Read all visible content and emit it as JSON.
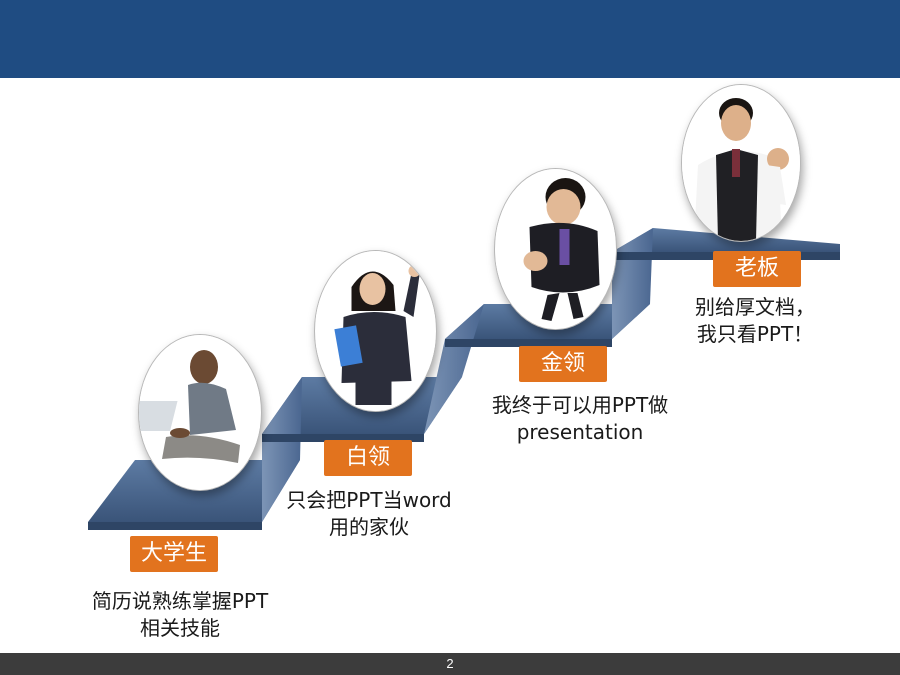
{
  "footer": {
    "page_number": "2"
  },
  "steps": [
    {
      "badge": "大学生",
      "caption_lines": [
        "简历说熟练掌握PPT",
        "相关技能"
      ],
      "portrait": "student-photo"
    },
    {
      "badge": "白领",
      "caption_lines": [
        "只会把PPT当word",
        "用的家伙"
      ],
      "portrait": "office-worker-photo"
    },
    {
      "badge": "金领",
      "caption_lines": [
        "我终于可以用PPT做",
        "presentation"
      ],
      "portrait": "executive-photo"
    },
    {
      "badge": "老板",
      "caption_lines": [
        "别给厚文档，",
        "我只看PPT！"
      ],
      "portrait": "boss-photo"
    }
  ],
  "colors": {
    "header": "#1f4c82",
    "badge": "#e2731e",
    "stairs": "#3e5a80",
    "footer": "#3c3c3c"
  }
}
